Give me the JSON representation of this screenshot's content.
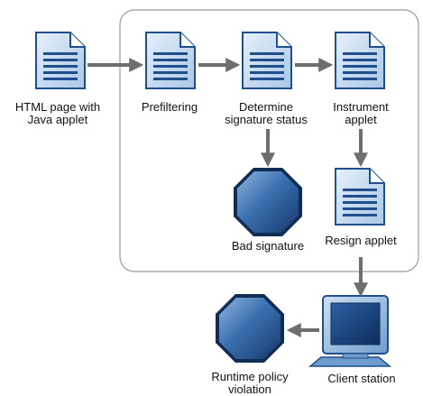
{
  "labels": {
    "html_page": "HTML page with\nJava applet",
    "prefiltering": "Prefiltering",
    "determine": "Determine\nsignature status",
    "instrument": "Instrument\napplet",
    "bad_signature": "Bad signature",
    "resign": "Resign applet",
    "client_station": "Client station",
    "runtime_policy": "Runtime policy\nviolation"
  },
  "icons": {
    "document": "document-icon",
    "stop": "stop-octagon-icon",
    "monitor": "monitor-icon"
  },
  "colors": {
    "doc_fill": "#c6dcf2",
    "doc_lines": "#1f4f8c",
    "octagon_fill": "#3a6fae",
    "arrow": "#6e6e6e",
    "frame": "#9a9a9a"
  }
}
